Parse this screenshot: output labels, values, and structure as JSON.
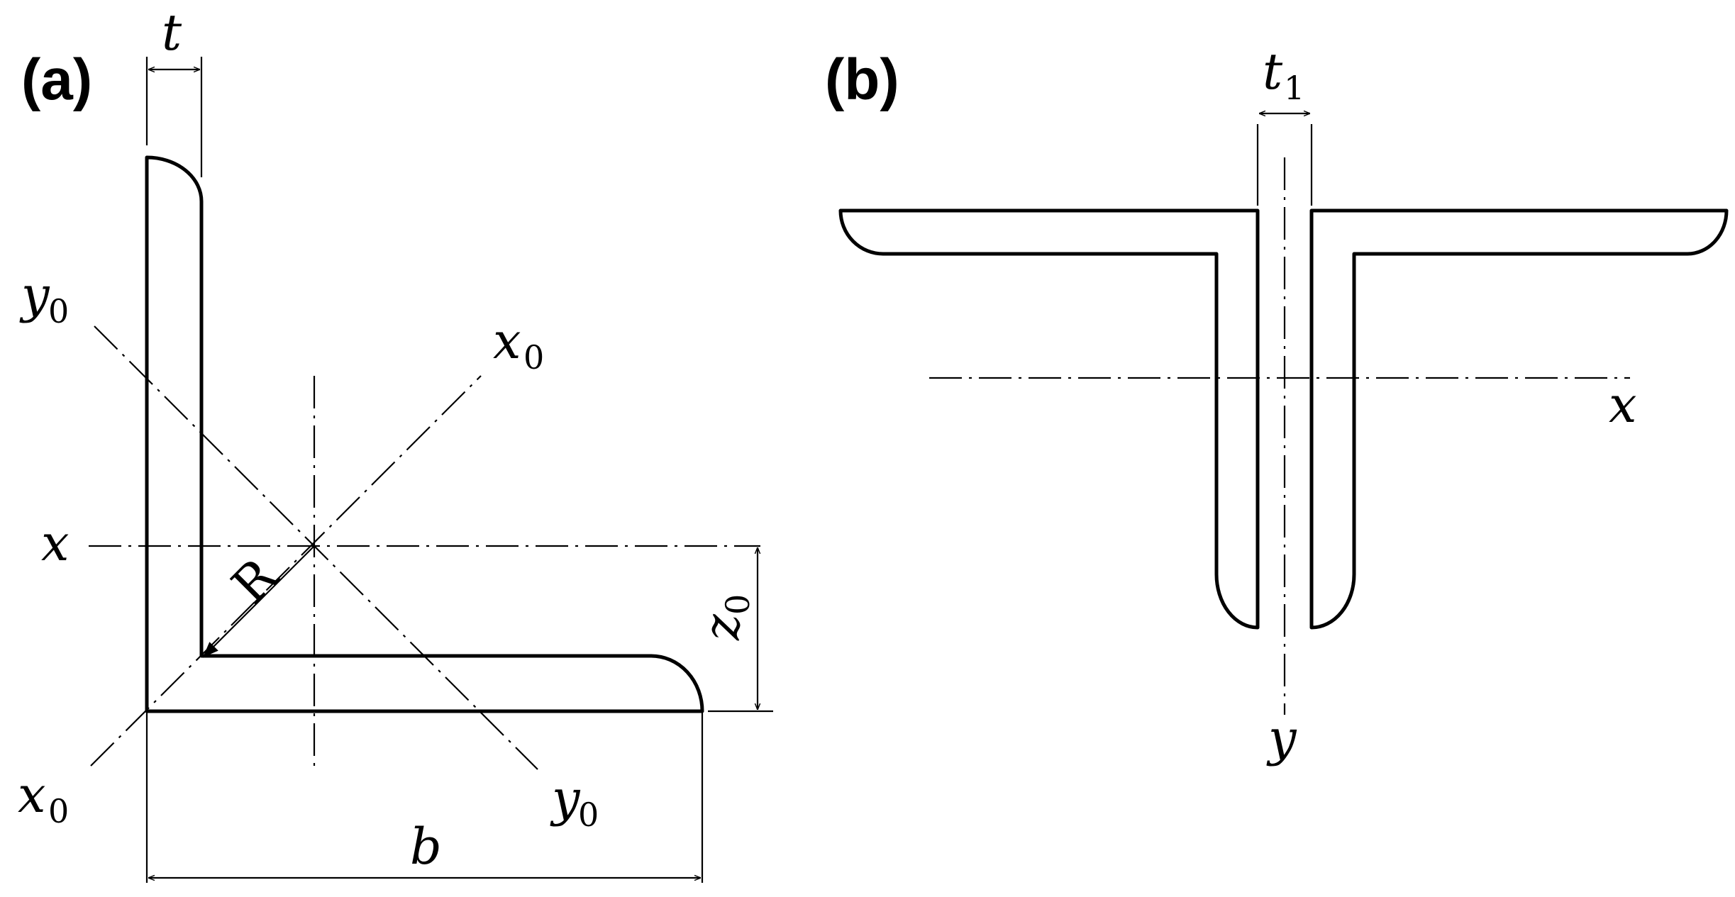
{
  "panels": {
    "a": {
      "label": "(a)",
      "labels": {
        "t": "t",
        "b": "b",
        "R": "R",
        "x_main": "x",
        "y0_top": "y",
        "y0_top_sub": "0",
        "x0_top": "x",
        "x0_top_sub": "0",
        "x0_bottom": "x",
        "x0_bottom_sub": "0",
        "y0_bottom": "y",
        "y0_bottom_sub": "0",
        "z0": "z",
        "z0_sub": "0"
      }
    },
    "b": {
      "label": "(b)",
      "labels": {
        "t1": "t",
        "t1_sub": "1",
        "x": "x",
        "y": "y"
      }
    }
  }
}
